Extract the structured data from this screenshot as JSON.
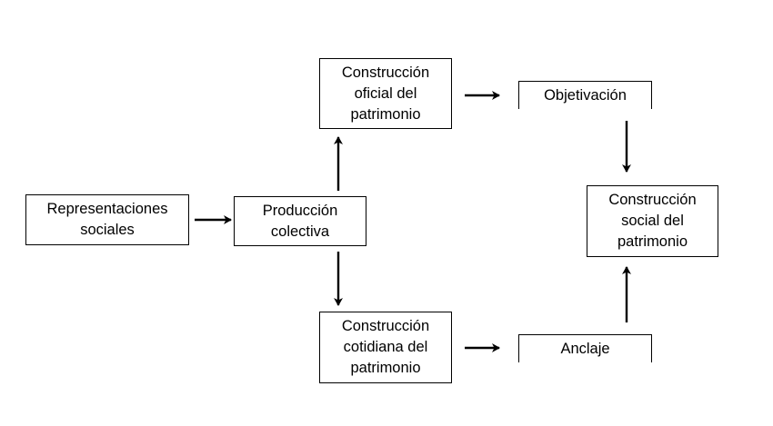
{
  "diagram": {
    "nodes": {
      "representaciones": "Representaciones\nsociales",
      "produccion": "Producción\ncolectiva",
      "oficial": "Construcción\noficial del\npatrimonio",
      "cotidiana": "Construcción\ncotidiana del\npatrimonio",
      "objetivacion": "Objetivación",
      "anclaje": "Anclaje",
      "social": "Construcción\nsocial del\npatrimonio"
    },
    "colors": {
      "line": "#000000",
      "background": "#ffffff"
    }
  }
}
